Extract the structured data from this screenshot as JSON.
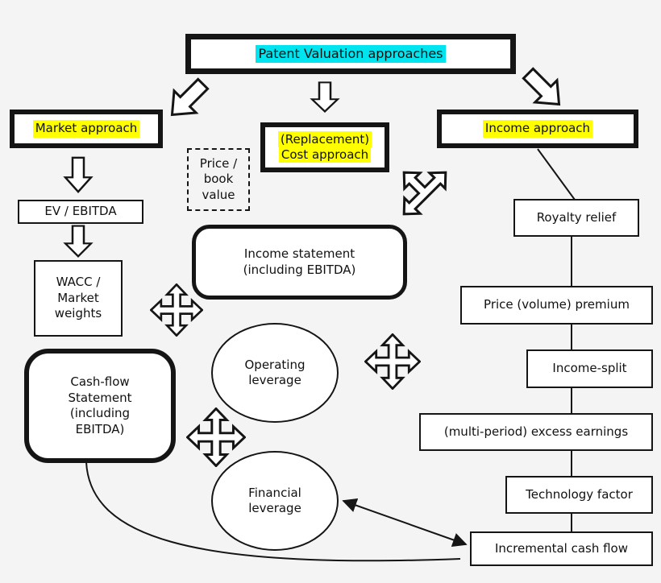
{
  "diagram": {
    "title": {
      "label": "Patent Valuation approaches",
      "highlight_color": "#00e4ef"
    },
    "approaches": {
      "market": {
        "label": "Market approach",
        "highlight_color": "#ffff00"
      },
      "cost": {
        "line1": "(Replacement)",
        "line2": "Cost approach",
        "highlight_color": "#ffff00"
      },
      "income": {
        "label": "Income approach",
        "highlight_color": "#ffff00"
      }
    },
    "market_branch": {
      "price_book": {
        "label": "Price /\nbook\nvalue"
      },
      "ev_ebitda": {
        "label": "EV / EBITDA"
      },
      "wacc": {
        "label": "WACC /\nMarket\nweights"
      },
      "cash_flow_statement": {
        "label": "Cash-flow\nStatement\n(including\nEBITDA)"
      }
    },
    "center_branch": {
      "income_statement": {
        "label": "Income statement\n(including EBITDA)"
      },
      "operating_leverage": {
        "label": "Operating\nleverage"
      },
      "financial_leverage": {
        "label": "Financial\nleverage"
      }
    },
    "income_branch": {
      "royalty_relief": {
        "label": "Royalty relief"
      },
      "price_premium": {
        "label": "Price (volume) premium"
      },
      "income_split": {
        "label": "Income-split"
      },
      "excess_earnings": {
        "label": "(multi-period) excess earnings"
      },
      "technology_factor": {
        "label": "Technology factor"
      },
      "incremental_cash_flow": {
        "label": "Incremental cash flow"
      }
    },
    "icons": {
      "block_arrow_down": "outlined-block-arrow-down",
      "block_arrow_down_left": "outlined-block-arrow-down-left",
      "block_arrow_down_right": "outlined-block-arrow-down-right",
      "quad_arrow": "four-way-outlined-move-arrow",
      "three_way_arrow": "three-way-outlined-arrow",
      "double_headed_arrow": "double-headed-line-arrow"
    },
    "colors": {
      "background": "#f4f4f4",
      "node_fill": "#ffffff",
      "border": "#151515",
      "highlight_cyan": "#00e4ef",
      "highlight_yellow": "#ffff00"
    }
  }
}
